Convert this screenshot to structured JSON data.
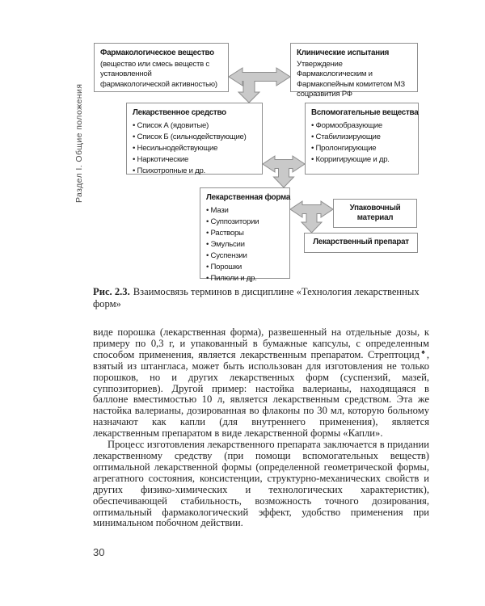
{
  "page": {
    "section_label": "Раздел I. Общие положения",
    "page_number": "30"
  },
  "diagram": {
    "arrow_fill": "#c9c9c9",
    "arrow_stroke": "#8d8d8d",
    "box_border": "#8f8f8f",
    "boxes": {
      "pharm_substance": {
        "title": "Фармакологическое вещество",
        "text": "(вещество или смесь веществ с установленной фармакологической активностью)"
      },
      "clinical_trials": {
        "title": "Клинические испытания",
        "text": "Утверждение Фармакологическим и Фармакопейным комитетом МЗ соцразвития РФ"
      },
      "drug_substance": {
        "title": "Лекарственное средство",
        "items": [
          "Список А (ядовитые)",
          "Список Б (сильнодействующие)",
          "Несильнодействующие",
          "Наркотические",
          "Психотропные и др."
        ]
      },
      "excipients": {
        "title": "Вспомогательные вещества",
        "items": [
          "Формообразующие",
          "Стабилизирующие",
          "Пролонгирующие",
          "Корригирующие и др."
        ]
      },
      "dosage_form": {
        "title": "Лекарственная форма",
        "items": [
          "Мази",
          "Суппозитории",
          "Растворы",
          "Эмульсии",
          "Суспензии",
          "Порошки",
          "Пилюли и др."
        ]
      },
      "packaging": {
        "title": "Упаковочный материал"
      },
      "drug_product": {
        "title": "Лекарственный препарат"
      }
    }
  },
  "caption": {
    "label": "Рис. 2.3.",
    "text": "Взаимосвязь терминов в дисциплине «Технология лекарственных форм»"
  },
  "body": {
    "p1_before_sup": "виде порошка (лекарственная форма), развешенный на отдельные дозы, к примеру по 0,3 г, и упакованный в бумажные капсулы, с определенным способом применения, является лекарственным препаратом. Стрептоцид",
    "p1_sup": "♠",
    "p1_after_sup": ", взятый из штангласа, может быть использован для изготовления не только порошков, но и других лекарственных форм (суспензий, мазей, суппозиториев). Другой пример: настойка валерианы, находящаяся в баллоне вместимостью 10 л, является лекарственным средством. Эта же настойка валерианы, дозированная во флаконы по 30 мл, которую больному назначают как капли (для внутреннего применения), является лекарственным препаратом в виде лекарственной формы «Капли».",
    "p2": "Процесс изготовления лекарственного препарата заключается в придании лекарственному средству (при помощи вспомогательных веществ) оптимальной лекарственной формы (определенной геометрической формы, агрегатного состояния, консистенции, структурно-механических свойств и других физико-химических и технологических характеристик), обеспечивающей стабильность, возможность точного дозирования, оптимальный фармакологический эффект, удобство применения при минимальном побочном действии."
  }
}
